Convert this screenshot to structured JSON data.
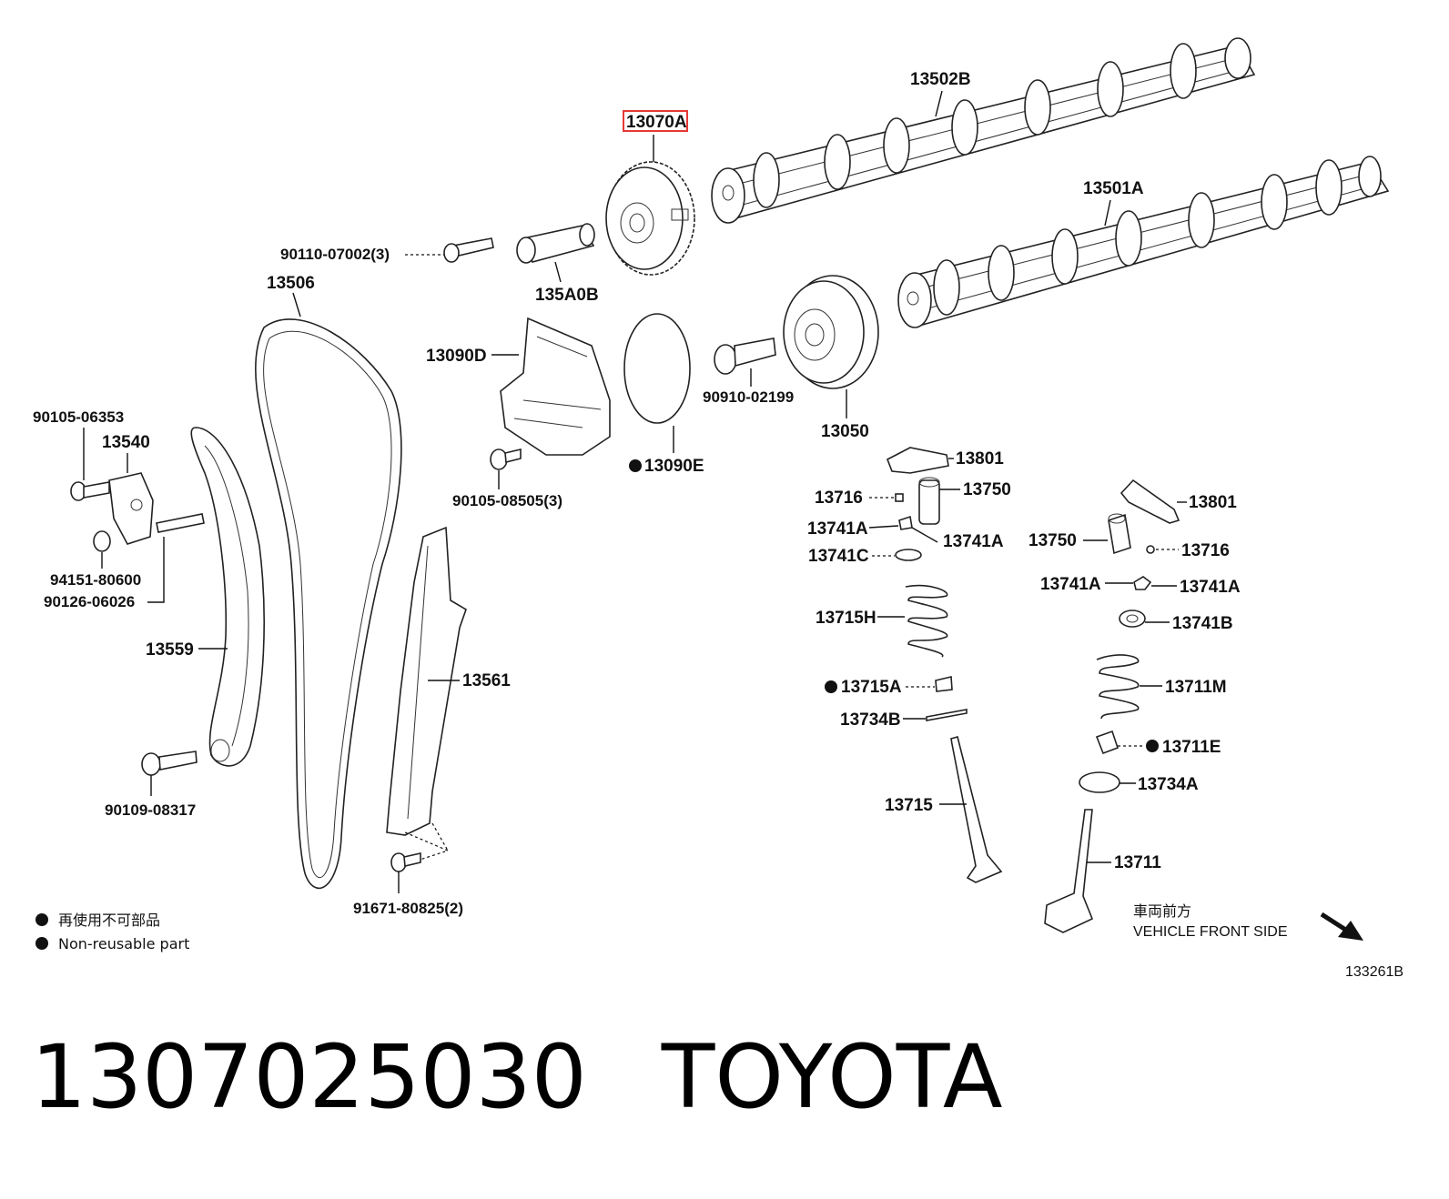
{
  "highlight_color": "#e53935",
  "labels": {
    "p13502B": "13502B",
    "p13070A": "13070A",
    "p13501A": "13501A",
    "p90110": "90110-07002(3)",
    "p135A0B": "135A0B",
    "p13506": "13506",
    "p13090D": "13090D",
    "p90910": "90910-02199",
    "p13050": "13050",
    "p90105_06353": "90105-06353",
    "p13540": "13540",
    "p90105_08505": "90105-08505(3)",
    "p13090E": "13090E",
    "p13801a": "13801",
    "p13716a": "13716",
    "p13750a": "13750",
    "p13741Aa": "13741A",
    "p13741Ab": "13741A",
    "p13741C": "13741C",
    "p13801b": "13801",
    "p13750b": "13750",
    "p13716b": "13716",
    "p13741Ac": "13741A",
    "p13741Ad": "13741A",
    "p13741B": "13741B",
    "p94151": "94151-80600",
    "p90126": "90126-06026",
    "p13559": "13559",
    "p13561": "13561",
    "p13715H": "13715H",
    "p13711M": "13711M",
    "p13715A": "13715A",
    "p13734B": "13734B",
    "p13711E": "13711E",
    "p13734A": "13734A",
    "p90109": "90109-08317",
    "p13715": "13715",
    "p13711": "13711",
    "p91671": "91671-80825(2)"
  },
  "legend": {
    "jp": "再使用不可部品",
    "en": "Non-reusable part"
  },
  "front": {
    "jp": "車両前方",
    "en": "VEHICLE FRONT SIDE"
  },
  "diagram_id": "133261B",
  "caption": {
    "part_number": "1307025030",
    "brand": "TOYOTA"
  }
}
